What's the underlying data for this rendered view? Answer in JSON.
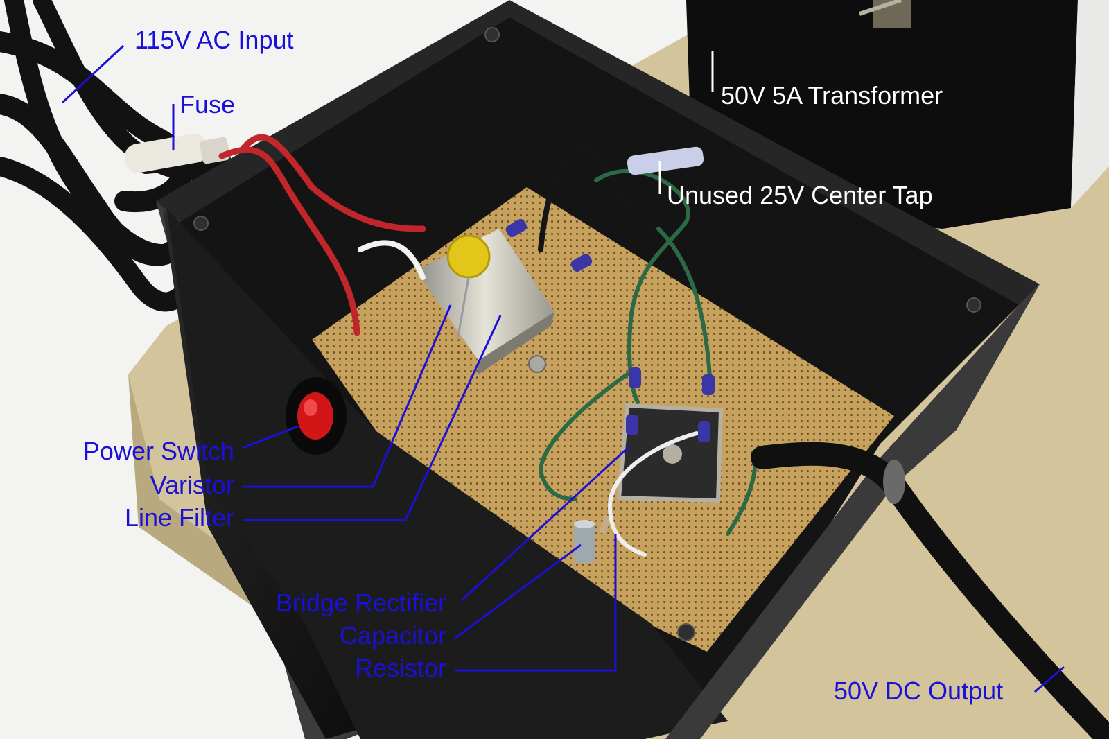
{
  "colors": {
    "label_blue": "#1a10d8",
    "label_white": "#ffffff",
    "background": "#f2f2f0",
    "board": "#c8a15c",
    "enclosure": "#111111",
    "mdf_base": "#d2c39a"
  },
  "labels": {
    "ac_input": "115V AC Input",
    "fuse": "Fuse",
    "transformer": "50V 5A Transformer",
    "center_tap": "Unused 25V Center Tap",
    "power_switch": "Power Switch",
    "varistor": "Varistor",
    "line_filter": "Line Filter",
    "bridge_rectifier": "Bridge Rectifier",
    "capacitor": "Capacitor",
    "resistor": "Resistor",
    "dc_output": "50V DC Output"
  }
}
